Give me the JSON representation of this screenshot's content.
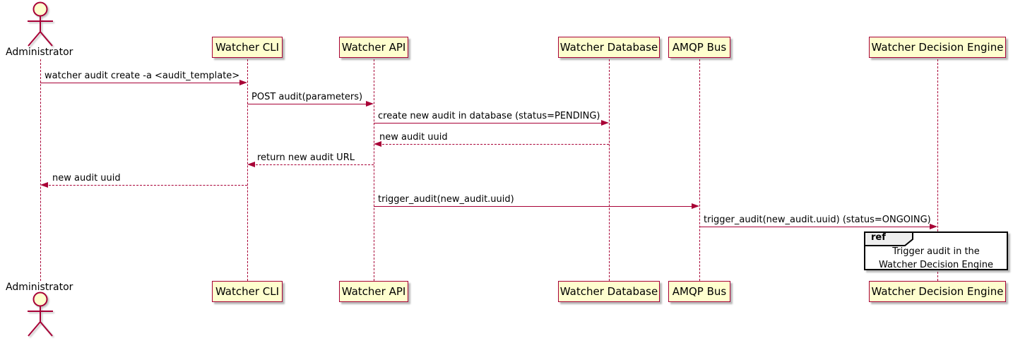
{
  "diagram": {
    "type": "plantuml-sequence",
    "actor": {
      "label": "Administrator"
    },
    "participants": [
      {
        "label": "Watcher CLI"
      },
      {
        "label": "Watcher API"
      },
      {
        "label": "Watcher Database"
      },
      {
        "label": "AMQP Bus"
      },
      {
        "label": "Watcher Decision Engine"
      }
    ],
    "messages": [
      {
        "from": "Administrator",
        "to": "Watcher CLI",
        "line": "solid",
        "label": "watcher audit create -a <audit_template>"
      },
      {
        "from": "Watcher CLI",
        "to": "Watcher API",
        "line": "solid",
        "label": "POST audit(parameters)"
      },
      {
        "from": "Watcher API",
        "to": "Watcher Database",
        "line": "solid",
        "label": "create new audit in database (status=PENDING)"
      },
      {
        "from": "Watcher Database",
        "to": "Watcher API",
        "line": "dashed",
        "label": "new audit uuid"
      },
      {
        "from": "Watcher API",
        "to": "Watcher CLI",
        "line": "dashed",
        "label": "return new audit URL"
      },
      {
        "from": "Watcher CLI",
        "to": "Administrator",
        "line": "dashed",
        "label": "new audit uuid"
      },
      {
        "from": "Watcher API",
        "to": "AMQP Bus",
        "line": "solid",
        "label": "trigger_audit(new_audit.uuid)"
      },
      {
        "from": "AMQP Bus",
        "to": "Watcher Decision Engine",
        "line": "solid",
        "label": "trigger_audit(new_audit.uuid) (status=ONGOING)"
      }
    ],
    "ref": {
      "tag": "ref",
      "lines": [
        "Trigger audit in the",
        "Watcher Decision Engine"
      ]
    },
    "colors": {
      "participant_fill": "#FEFECE",
      "participant_border": "#A80036",
      "arrow": "#A80036",
      "text": "#000000",
      "ref_tab_fill": "#EEEEEE",
      "ref_border": "#000000"
    }
  }
}
